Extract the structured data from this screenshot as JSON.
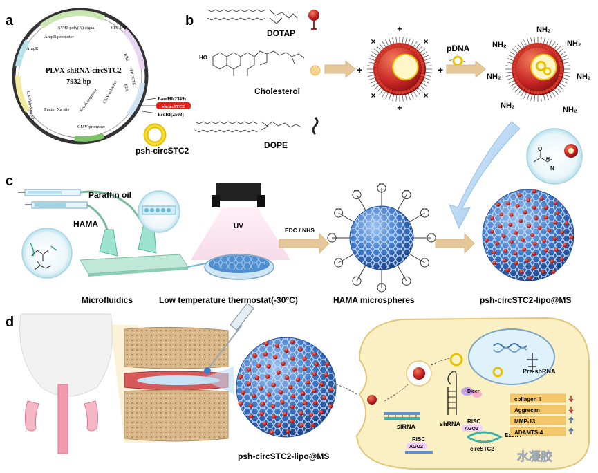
{
  "colors": {
    "microsphere_blue": "#3d79c9",
    "lipo_red": "#c62424",
    "arrow_gold": "#e6c89a",
    "cell_fill": "#fbefc4",
    "cell_stroke": "#e2c77a",
    "disc_tan": "#d8b88a"
  },
  "panels": {
    "a": "a",
    "b": "b",
    "c": "c",
    "d": "d"
  },
  "panel_a": {
    "plasmid_name": "PLVX-shRNA-circSTC2",
    "plasmid_size": "7932 bp",
    "features": [
      "SV40 poly(A) signal",
      "AmpR promoter",
      "AmpR",
      "HIV-1 Ψ",
      "CAP binding site",
      "RRE",
      "cPPT/CTS",
      "P2A",
      "CMV enhancer",
      "Kozak sequence",
      "Factor Xa site",
      "CMV promoter"
    ],
    "site1": "BamHI(2349)",
    "insert": "shcircSTC2",
    "site2": "EcoRI(2508)",
    "ring_label": "psh-circSTC2"
  },
  "panel_b": {
    "dotap": "DOTAP",
    "cholesterol": "Cholesterol",
    "dope": "DOPE",
    "pdna": "pDNA",
    "plus": "+",
    "nh2": "NH₂"
  },
  "panel_c": {
    "paraffin": "Paraffin oil",
    "hama": "HAMA",
    "uv": "UV",
    "edc": "EDC / NHS",
    "microfluidics": "Microfluidics",
    "thermostat": "Low temperature thermostat(-30°C)",
    "microspheres": "HAMA microspheres",
    "product": "psh-circSTC2-lipo@MS"
  },
  "panel_d": {
    "product": "psh-circSTC2-lipo@MS",
    "pre_shrna": "Pre-shRNA",
    "dicer": "Dicer",
    "shrna": "shRNA",
    "sirna": "siRNA",
    "risc1": "RISC",
    "ago1": "AGO2",
    "risc2": "RISC",
    "ago2": "AGO2",
    "circ": "circSTC2",
    "exon": "Exon4",
    "markers": [
      "collagen II",
      "Aggrecan",
      "MMP-13",
      "ADAMTS-4"
    ]
  },
  "watermark": "水凝胶"
}
